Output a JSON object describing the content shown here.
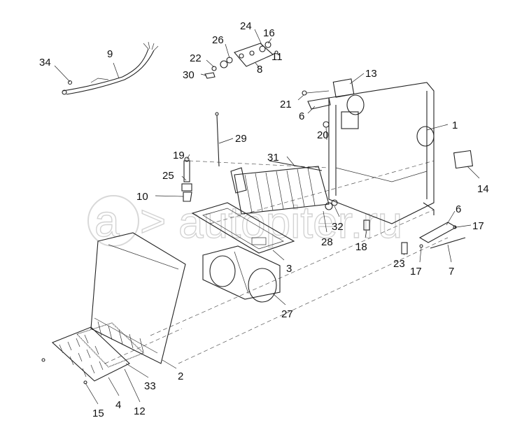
{
  "diagram": {
    "type": "exploded-parts-view",
    "watermark": "autopiter.ru",
    "callouts": [
      "34",
      "9",
      "24",
      "16",
      "26",
      "22",
      "11",
      "8",
      "30",
      "13",
      "21",
      "6",
      "20",
      "1",
      "29",
      "19",
      "31",
      "25",
      "14",
      "10",
      "6",
      "17",
      "32",
      "28",
      "18",
      "3",
      "23",
      "17",
      "7",
      "27",
      "2",
      "33",
      "4",
      "12",
      "15"
    ]
  }
}
